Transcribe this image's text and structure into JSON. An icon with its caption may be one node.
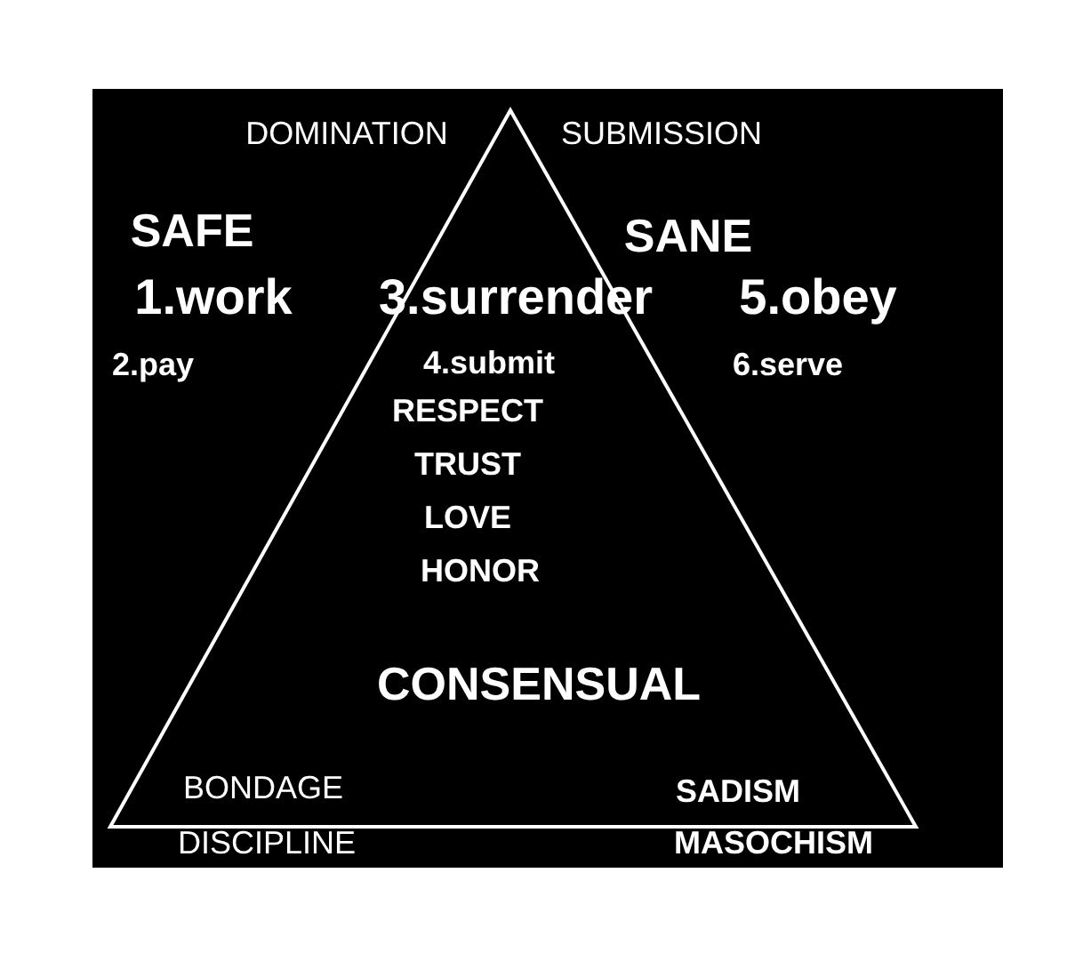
{
  "diagram": {
    "labels": [
      "DOMINATION",
      "SUBMISSION",
      "SAFE",
      "SANE",
      "1.work",
      "3.surrender",
      "5.obey",
      "2.pay",
      "4.submit",
      "6.serve",
      "RESPECT",
      "TRUST",
      "LOVE",
      "HONOR",
      "CONSENSUAL",
      "BONDAGE",
      "SADISM",
      "DISCIPLINE",
      "MASOCHISM"
    ]
  }
}
